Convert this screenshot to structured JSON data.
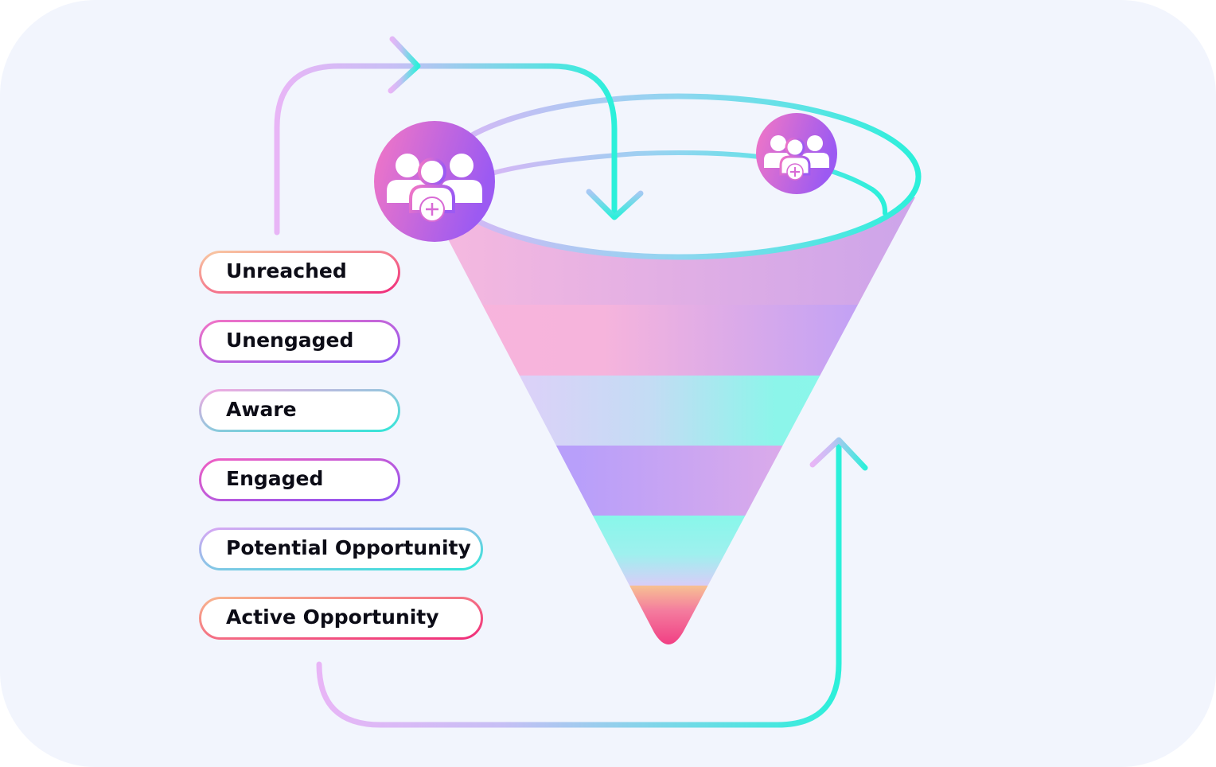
{
  "stages": [
    {
      "label": "Unreached",
      "gradient": [
        "#f8c9a2",
        "#f02c7a"
      ]
    },
    {
      "label": "Unengaged",
      "gradient": [
        "#f173c6",
        "#8d55f2"
      ]
    },
    {
      "label": "Aware",
      "gradient": [
        "#f4a8e2",
        "#31e6d8"
      ]
    },
    {
      "label": "Engaged",
      "gradient": [
        "#ef5fc3",
        "#8d55f2"
      ]
    },
    {
      "label": "Potential Opportunity",
      "gradient": [
        "#d8a6f4",
        "#31e6d8"
      ]
    },
    {
      "label": "Active Opportunity",
      "gradient": [
        "#f8b58e",
        "#f02c7a"
      ]
    }
  ],
  "icons": {
    "left": "users-add-icon",
    "right": "users-add-icon"
  },
  "colors": {
    "background": "#f2f5fd",
    "arrow_start": "#e8b5f6",
    "arrow_end": "#2bf0da",
    "funnel_pink": "#f7b6db",
    "funnel_purple": "#b89cfb",
    "funnel_teal": "#88f7ea",
    "funnel_tip": "#f02a78",
    "icon_gradient_start": "#f477c4",
    "icon_gradient_end": "#9c5af2"
  }
}
